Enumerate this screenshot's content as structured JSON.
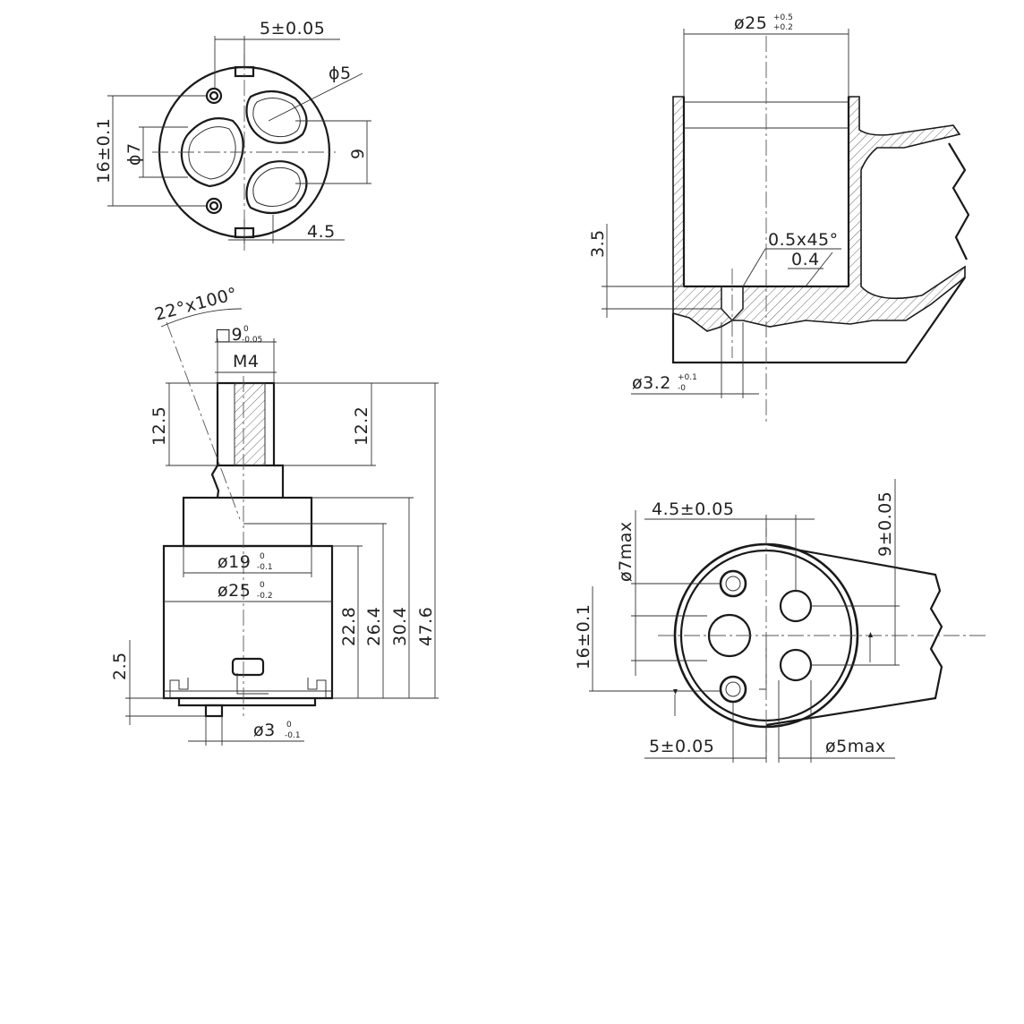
{
  "views": {
    "top_view": {
      "dim_width": "5±0.05",
      "dim_hole_dia": "ϕ5",
      "dim_height_main": "16±0.1",
      "dim_center_hole": "ϕ7",
      "dim_right": "9",
      "dim_bottom": "4.5"
    },
    "side_view": {
      "dim_angle": "22°x100°",
      "dim_square_main": "□9",
      "dim_square_tol_upper": "0",
      "dim_square_tol_lower": "-0.05",
      "dim_thread": "M4",
      "dim_stem_left": "12.5",
      "dim_stem_right": "12.2",
      "dim_dia19_main": "ø19",
      "dim_dia19_tol_upper": "0",
      "dim_dia19_tol_lower": "-0.1",
      "dim_dia25_main": "ø25",
      "dim_dia25_tol_upper": "0",
      "dim_dia25_tol_lower": "-0.2",
      "dim_h1": "22.8",
      "dim_h2": "26.4",
      "dim_h3": "30.4",
      "dim_h4": "47.6",
      "dim_pin_height": "2.5",
      "dim_pin_dia_main": "ø3",
      "dim_pin_tol_upper": "0",
      "dim_pin_tol_lower": "-0.1"
    },
    "section_view": {
      "dim_bore_main": "ø25",
      "dim_bore_tol_upper": "+0.5",
      "dim_bore_tol_lower": "+0.2",
      "dim_depth": "3.5",
      "dim_chamfer": "0.5x45°",
      "dim_chamfer_depth": "0.4",
      "dim_pinhole_main": "ø3.2",
      "dim_pinhole_tol_upper": "+0.1",
      "dim_pinhole_tol_lower": "-0"
    },
    "seat_view": {
      "dim_hole_max": "ø7max",
      "dim_offset_x": "4.5±0.05",
      "dim_offset_y": "9±0.05",
      "dim_height": "16±0.1",
      "dim_pin_offset": "5±0.05",
      "dim_small_hole": "ø5max"
    }
  }
}
